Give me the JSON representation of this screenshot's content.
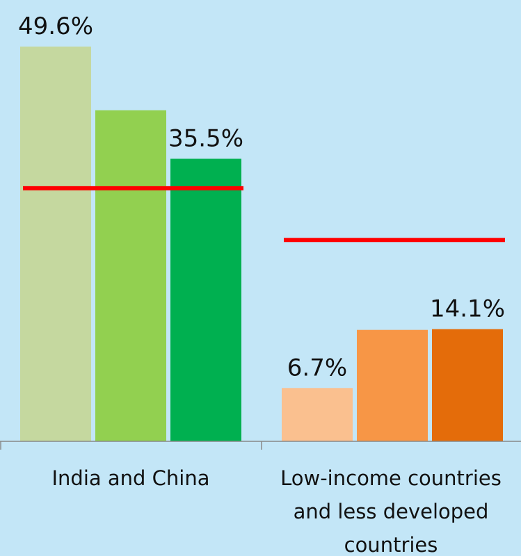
{
  "chart_data": {
    "type": "bar",
    "title": "",
    "xlabel": "",
    "ylabel": "",
    "ylim": [
      0,
      55
    ],
    "grid": false,
    "background": "#c3e6f7",
    "reference_line_color": "#ff0000",
    "groups": [
      {
        "name": "India and China",
        "label_lines": [
          "India and China"
        ],
        "values": [
          49.6,
          41.6,
          35.5
        ],
        "value_labels": [
          "49.6%",
          "",
          "35.5%"
        ],
        "colors": [
          "#c5d89f",
          "#92d050",
          "#00b050"
        ],
        "reference_value": 31.8
      },
      {
        "name": "Low-income countries and less developed countries",
        "label_lines": [
          "Low-income countries",
          "and less developed",
          "countries"
        ],
        "values": [
          6.7,
          14.0,
          14.1
        ],
        "value_labels": [
          "6.7%",
          "",
          "14.1%"
        ],
        "colors": [
          "#fac08f",
          "#f79646",
          "#e46c0a"
        ],
        "reference_value": 25.3
      }
    ]
  }
}
